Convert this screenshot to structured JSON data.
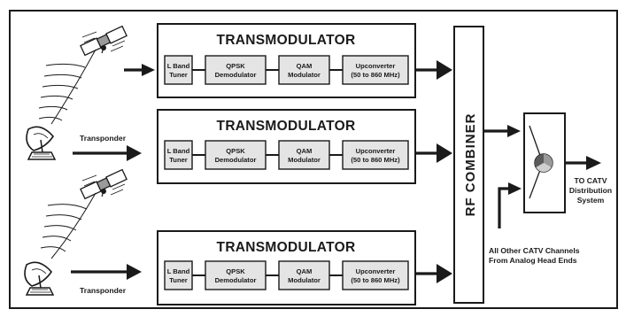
{
  "transmodulator": {
    "title": "TRANSMODULATOR",
    "stages": [
      {
        "line1": "L Band",
        "line2": "Tuner"
      },
      {
        "line1": "QPSK",
        "line2": "Demodulator"
      },
      {
        "line1": "QAM",
        "line2": "Modulator"
      },
      {
        "line1": "Upconverter",
        "line2": "(50 to 860 MHz)"
      }
    ]
  },
  "combiner": {
    "label": "RF COMBINER"
  },
  "transponder_label": "Transponder",
  "output": {
    "line1": "TO CATV",
    "line2": "Distribution",
    "line3": "System"
  },
  "other_channels": {
    "line1": "All Other CATV Channels",
    "line2": "From Analog Head Ends"
  },
  "icons": [
    "satellite-icon",
    "satellite-dish-icon",
    "signal-waves-icon",
    "splitter-icon"
  ]
}
